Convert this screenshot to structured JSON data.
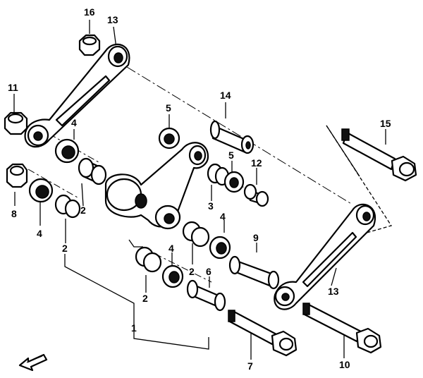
{
  "labels": {
    "l16": "16",
    "l13a": "13",
    "l11": "11",
    "l14": "14",
    "l5a": "5",
    "l4a": "4",
    "l15": "15",
    "l5b": "5",
    "l12": "12",
    "l3": "3",
    "l2a": "2",
    "l8": "8",
    "l4b": "4",
    "l2b": "2",
    "l4c": "4",
    "l9": "9",
    "l4d": "4",
    "l2c": "2",
    "l6": "6",
    "l2d": "2",
    "l13b": "13",
    "l1": "1",
    "l7": "7",
    "l10": "10"
  },
  "icons": {
    "front": "front-arrow-icon"
  }
}
